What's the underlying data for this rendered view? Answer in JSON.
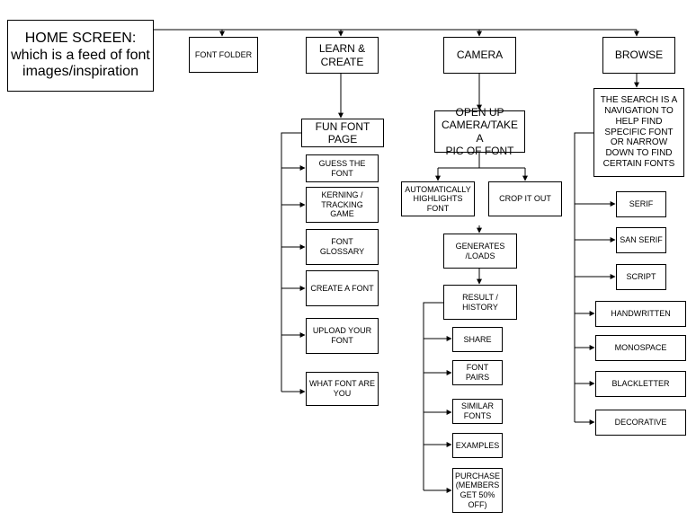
{
  "nodes": {
    "home": "HOME SCREEN:\nwhich is a feed of font\nimages/inspiration",
    "font_folder": "FONT FOLDER",
    "learn_create": "LEARN &\nCREATE",
    "camera": "CAMERA",
    "browse": "BROWSE",
    "fun_font_page": "FUN FONT\nPAGE",
    "guess_font": "GUESS THE\nFONT",
    "kerning_game": "KERNING /\nTRACKING\nGAME",
    "font_glossary": "FONT\nGLOSSARY",
    "create_font": "CREATE A FONT",
    "upload_font": "UPLOAD YOUR\nFONT",
    "what_font": "WHAT FONT ARE\nYOU",
    "open_camera": "OPEN UP\nCAMERA/TAKE A\nPIC OF FONT",
    "auto_highlight": "AUTOMATICALLY\nHIGHLIGHTS\nFONT",
    "crop": "CROP IT OUT",
    "generates": "GENERATES\n/LOADS",
    "result_history": "RESULT /\nHISTORY",
    "share": "SHARE",
    "font_pairs": "FONT\nPAIRS",
    "similar_fonts": "SIMILAR\nFONTS",
    "examples": "EXAMPLES",
    "purchase": "PURCHASE\n(MEMBERS\nGET 50%\nOFF)",
    "search_nav": "THE SEARCH IS A\nNAVIGATION TO\nHELP FIND\nSPECIFIC FONT\nOR NARROW\nDOWN TO FIND\nCERTAIN FONTS",
    "serif": "SERIF",
    "san_serif": "SAN SERIF",
    "script": "SCRIPT",
    "handwritten": "HANDWRITTEN",
    "monospace": "MONOSPACE",
    "blackletter": "BLACKLETTER",
    "decorative": "DECORATIVE"
  },
  "colors": {
    "stroke": "#000000",
    "fill": "#ffffff"
  }
}
